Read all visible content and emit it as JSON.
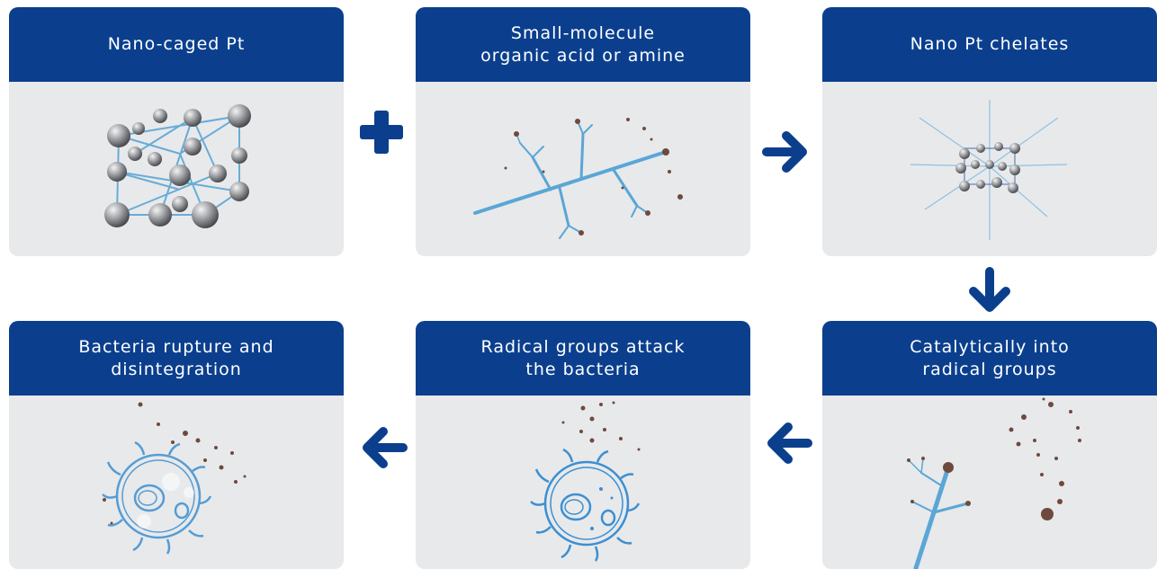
{
  "colors": {
    "header": "#0b3f8e",
    "card": "#e8e9eb",
    "connector": "#0b3f8e",
    "bond": "#5aa6d6",
    "atom": "#8e9194",
    "particle": "#6e4a3e"
  },
  "steps": [
    {
      "lines": [
        "Nano-caged Pt"
      ],
      "image": "pt-lattice"
    },
    {
      "lines": [
        "Small-molecule",
        "organic acid or amine"
      ],
      "image": "organic-molecule"
    },
    {
      "lines": [
        "Nano Pt chelates"
      ],
      "image": "pt-chelate"
    },
    {
      "lines": [
        "Catalytically into",
        "radical groups"
      ],
      "image": "radical-groups"
    },
    {
      "lines": [
        "Radical groups attack",
        "the bacteria"
      ],
      "image": "bacteria-attacked"
    },
    {
      "lines": [
        "Bacteria rupture and",
        "disintegration"
      ],
      "image": "bacteria-rupture"
    }
  ],
  "connectors": [
    {
      "icon": "plus-icon"
    },
    {
      "icon": "arrow-right-icon"
    },
    {
      "icon": "arrow-down-icon"
    },
    {
      "icon": "arrow-left-icon"
    },
    {
      "icon": "arrow-left-icon"
    }
  ]
}
